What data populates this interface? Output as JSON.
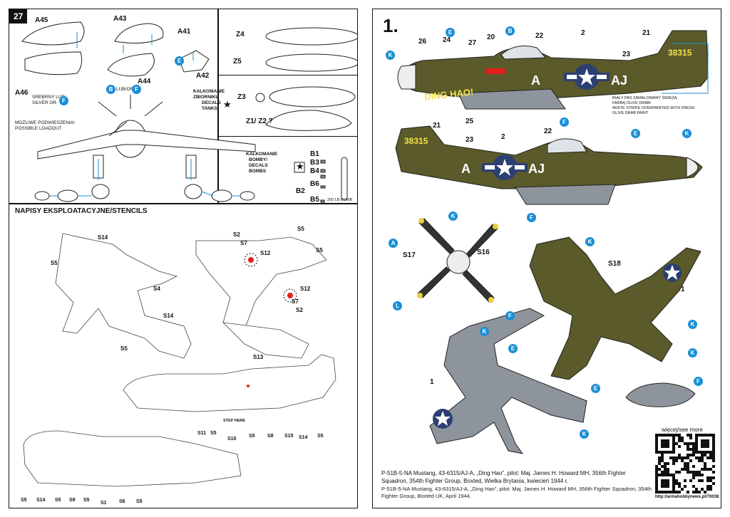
{
  "left_page": {
    "number": "27",
    "parts_top": {
      "a45": "A45",
      "a46": "A46",
      "a43": "A43",
      "a44": "A44",
      "a41": "A41",
      "a42": "A42",
      "srebrny": "SREBRNY LUB/",
      "silver_or": "SILVER OR",
      "lub_or": "LUB/OR",
      "bubble_f": "F",
      "bubble_b": "B",
      "bubble_e": "E",
      "possible_pl": "MOŻLIWE PODWIESZENIA/",
      "possible_en": "POSSIBLE LOADOUT"
    },
    "tanks": {
      "z4": "Z4",
      "z5": "Z5",
      "z3": "Z3",
      "z12": "Z1/ Z2 ?",
      "kal_pl": "KALKOMANIE",
      "kal_pl2": "ZBIORNIKI/",
      "kal_en": "DECALS",
      "kal_en2": "TANKS"
    },
    "bombs": {
      "kal_pl": "KALKOMANIE",
      "kal_pl2": "BOMBY/",
      "kal_en": "DECALS",
      "kal_en2": "BOMBS",
      "b1": "B1",
      "b3": "B3",
      "b4": "B4",
      "b6": "B6",
      "b2": "B2",
      "b5": "B5",
      "note": "250 LB BOMB"
    },
    "stencils": {
      "title": "NAPISY EKSPLOATACYJNE/STENCILS",
      "s14a": "S14",
      "s5a": "S5",
      "s4": "S4",
      "s14b": "S14",
      "s5b": "S5",
      "s2a": "S2",
      "s7a": "S7",
      "s12a": "S12",
      "s5c": "S5",
      "s5d": "S5",
      "s12b": "S12",
      "s7b": "S7",
      "s2b": "S2",
      "s13": "S13",
      "row1": [
        "S11",
        "S5",
        "S10",
        "S5",
        "S8",
        "S15",
        "S14",
        "S5"
      ],
      "step": "STEP HERE",
      "row2": [
        "S5",
        "S14",
        "S5",
        "S9",
        "S5",
        "S1",
        "S6",
        "S5"
      ]
    }
  },
  "right_page": {
    "scheme_number": "1.",
    "top_profile": {
      "numbers": [
        "26",
        "24",
        "27",
        "20",
        "22",
        "2",
        "21",
        "23",
        "25"
      ],
      "bubbles": [
        "K",
        "E",
        "B",
        "F"
      ],
      "nose_art": "DING HAO!",
      "serial": "38315",
      "codes": "AJ",
      "code_a": "A",
      "note_pl": "BIAŁY PAS ZAMALOWANY ŚWIEŻĄ",
      "note_pl2": "FARBĄ OLIVE DRAB/",
      "note_en": "WHITE STRIPE OVERPAINTED WITH FRESH",
      "note_en2": "OLIVE DRAB PAINT"
    },
    "mid_profile": {
      "numbers": [
        "21",
        "23",
        "2",
        "22"
      ],
      "bubbles": [
        "E",
        "K",
        "F"
      ],
      "serial": "38315",
      "codes": "AJ",
      "code_a": "A"
    },
    "prop": {
      "s17": "S17",
      "s16": "S16",
      "bubbles": [
        "K",
        "A",
        "L"
      ]
    },
    "bottom_views": {
      "s18": "S18",
      "one_a": "1",
      "one_b": "1",
      "bubbles": [
        "K",
        "F",
        "K",
        "K",
        "E",
        "K",
        "E",
        "F",
        "K"
      ]
    },
    "caption_pl": "P-51B-5-NA Mustang, 43-6315/AJ-A, „Ding Hao”, pilot: Maj. James H. Howard MH, 356th Fighter Squadron, 354th Fighter Group, Boxted, Wielka Brytania, kwiecień 1944 r.",
    "caption_en": "P-51B-5-NA Mustang, 43-6315/AJ-A, „Ding Hao”, pilot: Maj. James H. Howard MH, 356th Fighter Squadron, 354th Fighter Group, Boxted UK, April 1944.",
    "more_label": "więcej/see more",
    "url": "http://armahobbynews.pl/70038"
  },
  "colors": {
    "olive": "#5a5a2a",
    "grey": "#8e949b",
    "blue": "#1a8fd4",
    "insignia": "#2b3f73",
    "yellow": "#e8d23a"
  }
}
